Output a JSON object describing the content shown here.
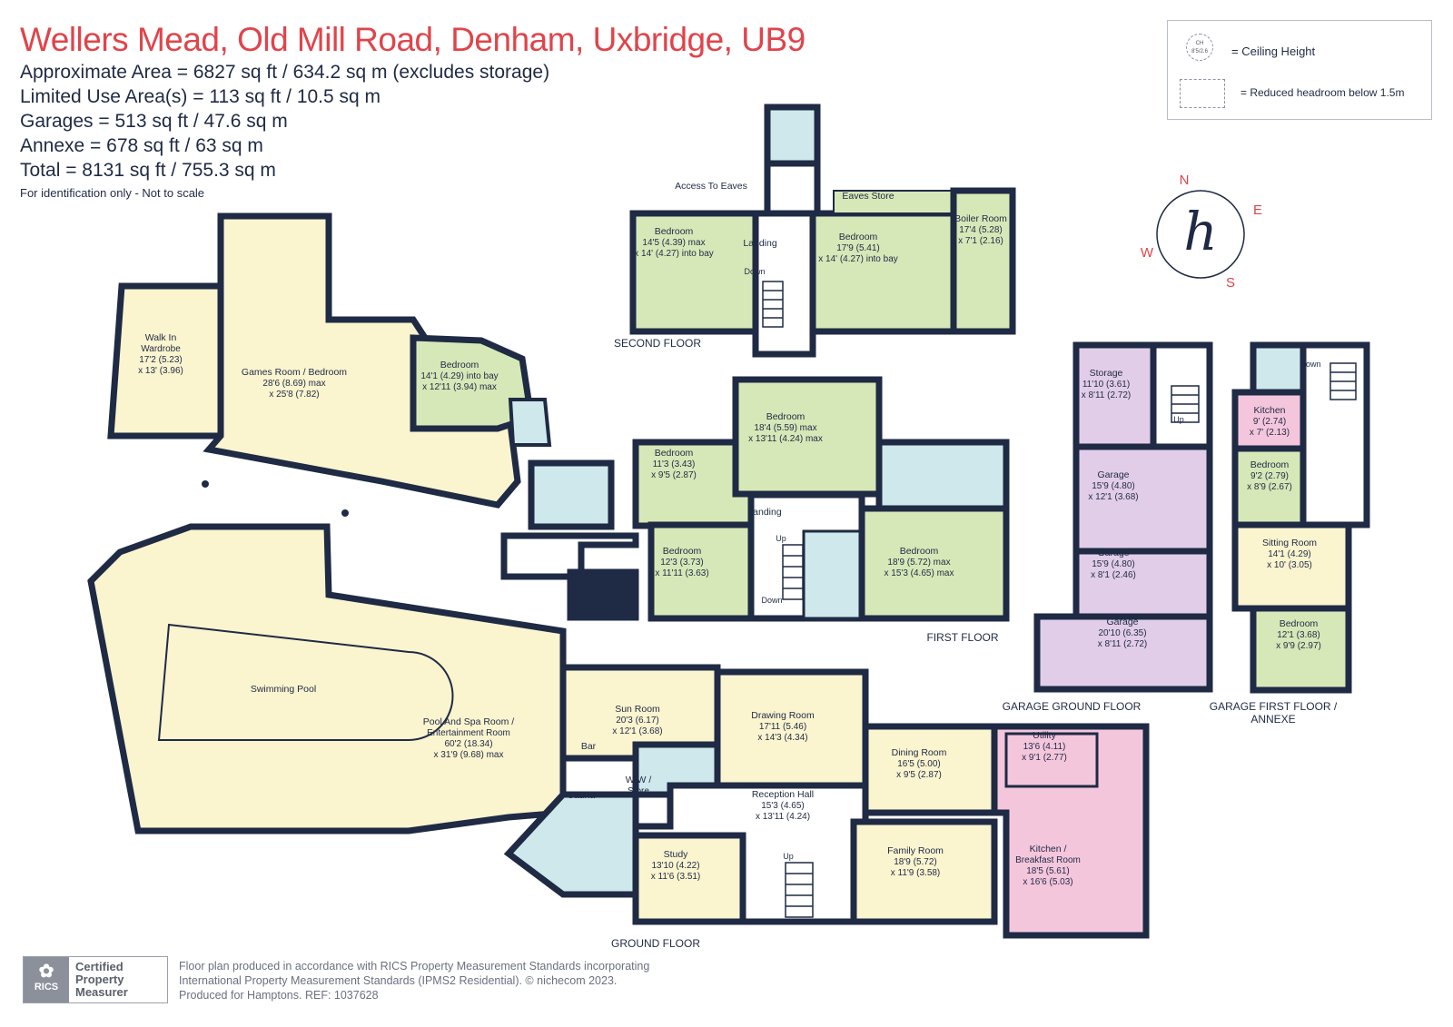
{
  "header": {
    "title": "Wellers Mead, Old Mill Road, Denham, Uxbridge, UB9",
    "areas": [
      "Approximate Area = 6827  sq ft / 634.2  sq m (excludes storage)",
      "Limited Use Area(s) = 113  sq ft / 10.5  sq m",
      "Garages = 513 sq ft / 47.6  sq m",
      "Annexe = 678 sq ft / 63  sq m",
      "Total = 8131 sq ft / 755.3 sq m"
    ],
    "identification": "For identification only - Not to scale"
  },
  "legend": {
    "ch_symbol": "CH\n8'5/2.6",
    "ceiling_label": "= Ceiling Height",
    "reduced_label": "= Reduced headroom below 1.5m"
  },
  "compass": {
    "n": "N",
    "e": "E",
    "s": "S",
    "w": "W",
    "glyph": "h"
  },
  "floors": {
    "second": "SECOND FLOOR",
    "first": "FIRST FLOOR",
    "ground": "GROUND FLOOR",
    "garage_ground": "GARAGE GROUND FLOOR",
    "garage_first": "GARAGE FIRST FLOOR /\nANNEXE"
  },
  "rooms": [
    {
      "id": "walk-in-wardrobe",
      "lines": [
        "Walk In",
        "Wardrobe",
        "17'2 (5.23)",
        "x 13' (3.96)"
      ]
    },
    {
      "id": "games-room",
      "lines": [
        "Games Room / Bedroom",
        "28'6 (8.69) max",
        "x 25'8 (7.82)"
      ]
    },
    {
      "id": "bedroom-gf-wing",
      "lines": [
        "Bedroom",
        "14'1 (4.29) into bay",
        "x 12'11 (3.94) max"
      ]
    },
    {
      "id": "swimming-pool",
      "lines": [
        "Swimming Pool"
      ]
    },
    {
      "id": "pool-spa-room",
      "lines": [
        "Pool And Spa Room /",
        "Entertainment Room",
        "60'2 (18.34)",
        "x 31'9 (9.68) max"
      ]
    },
    {
      "id": "sun-room",
      "lines": [
        "Sun Room",
        "20'3 (6.17)",
        "x 12'1 (3.68)"
      ]
    },
    {
      "id": "bar",
      "lines": [
        "Bar"
      ]
    },
    {
      "id": "wiw-store",
      "lines": [
        "WIW /",
        "Store"
      ]
    },
    {
      "id": "sauna",
      "lines": [
        "Sauna"
      ]
    },
    {
      "id": "drawing-room",
      "lines": [
        "Drawing Room",
        "17'11 (5.46)",
        "x 14'3 (4.34)"
      ]
    },
    {
      "id": "reception-hall",
      "lines": [
        "Reception Hall",
        "15'3 (4.65)",
        "x 13'11 (4.24)"
      ]
    },
    {
      "id": "study",
      "lines": [
        "Study",
        "13'10 (4.22)",
        "x 11'6 (3.51)"
      ]
    },
    {
      "id": "dining-room",
      "lines": [
        "Dining Room",
        "16'5 (5.00)",
        "x 9'5 (2.87)"
      ]
    },
    {
      "id": "family-room",
      "lines": [
        "Family Room",
        "18'9 (5.72)",
        "x 11'9 (3.58)"
      ]
    },
    {
      "id": "utility",
      "lines": [
        "Utility",
        "13'6 (4.11)",
        "x 9'1 (2.77)"
      ]
    },
    {
      "id": "kitchen-breakfast",
      "lines": [
        "Kitchen /",
        "Breakfast Room",
        "18'5 (5.61)",
        "x 16'6 (5.03)"
      ]
    },
    {
      "id": "ff-bedroom-1",
      "lines": [
        "Bedroom",
        "11'3 (3.43)",
        "x 9'5 (2.87)"
      ]
    },
    {
      "id": "ff-bedroom-2",
      "lines": [
        "Bedroom",
        "18'4 (5.59) max",
        "x 13'11 (4.24) max"
      ]
    },
    {
      "id": "ff-bedroom-3",
      "lines": [
        "Bedroom",
        "12'3 (3.73)",
        "x 11'11 (3.63)"
      ]
    },
    {
      "id": "ff-bedroom-4",
      "lines": [
        "Bedroom",
        "18'9 (5.72) max",
        "x 15'3 (4.65) max"
      ]
    },
    {
      "id": "ff-landing",
      "lines": [
        "Landing"
      ]
    },
    {
      "id": "sf-bedroom-1",
      "lines": [
        "Bedroom",
        "14'5 (4.39) max",
        "x 14' (4.27) into bay"
      ]
    },
    {
      "id": "sf-bedroom-2",
      "lines": [
        "Bedroom",
        "17'9 (5.41)",
        "x 14' (4.27) into bay"
      ]
    },
    {
      "id": "sf-landing",
      "lines": [
        "Landing"
      ]
    },
    {
      "id": "boiler-room",
      "lines": [
        "Boiler Room",
        "17'4 (5.28)",
        "x 7'1 (2.16)"
      ]
    },
    {
      "id": "eaves-store",
      "lines": [
        "Eaves Store"
      ]
    },
    {
      "id": "access-eaves",
      "lines": [
        "Access To Eaves"
      ]
    },
    {
      "id": "storage",
      "lines": [
        "Storage",
        "11'10 (3.61)",
        "x 8'11 (2.72)"
      ]
    },
    {
      "id": "garage-1",
      "lines": [
        "Garage",
        "15'9 (4.80)",
        "x 12'1 (3.68)"
      ]
    },
    {
      "id": "garage-2",
      "lines": [
        "Garage",
        "15'9 (4.80)",
        "x 8'1 (2.46)"
      ]
    },
    {
      "id": "garage-3",
      "lines": [
        "Garage",
        "20'10 (6.35)",
        "x 8'11 (2.72)"
      ]
    },
    {
      "id": "annexe-kitchen",
      "lines": [
        "Kitchen",
        "9' (2.74)",
        "x 7' (2.13)"
      ]
    },
    {
      "id": "annexe-bedroom-1",
      "lines": [
        "Bedroom",
        "9'2 (2.79)",
        "x 8'9 (2.67)"
      ]
    },
    {
      "id": "annexe-sitting",
      "lines": [
        "Sitting Room",
        "14'1 (4.29)",
        "x 10' (3.05)"
      ]
    },
    {
      "id": "annexe-bedroom-2",
      "lines": [
        "Bedroom",
        "12'1 (3.68)",
        "x 9'9 (2.97)"
      ]
    }
  ],
  "stair_labels": {
    "up": "Up",
    "down": "Down"
  },
  "badge": {
    "short": "RICS",
    "text": "Certified\nProperty\nMeasurer"
  },
  "footnote": [
    "Floor plan produced in accordance with RICS Property Measurement Standards incorporating",
    "International Property Measurement Standards (IPMS2 Residential).  © nichecom 2023.",
    "Produced for Hamptons.   REF:  1037628"
  ],
  "colors": {
    "wall": "#1f2a44",
    "bedroom": "#d7e8b8",
    "reception": "#faf4cf",
    "bathroom": "#cfe8ec",
    "garage": "#e2cde8",
    "kitchen": "#f4c6dc",
    "hall": "#ffffff",
    "accent": "#e0444b"
  }
}
